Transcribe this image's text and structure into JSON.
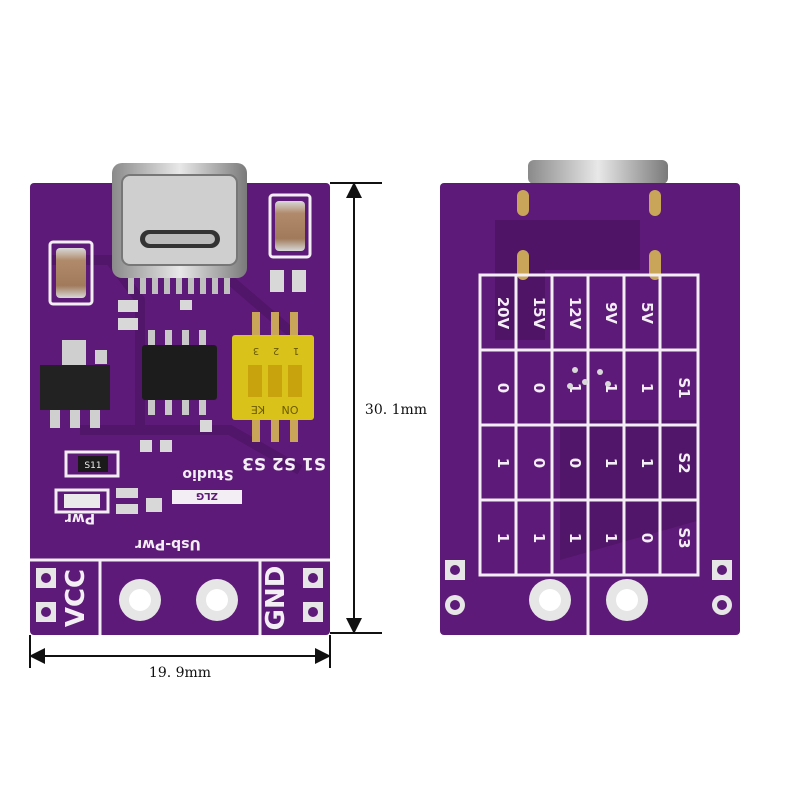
{
  "colors": {
    "pcb": "#5e1a78",
    "pcb_dark": "#3f0f52",
    "silk": "#f2eef4",
    "copper": "#c9a55a"
  },
  "front": {
    "label_vcc": "VCC",
    "label_gnd": "GND",
    "label_usb": "Usb-Pwr",
    "label_pwr": "Pwr",
    "label_switch": "S1 S2 S3",
    "label_studio": "Studio",
    "label_brand": "ZLG",
    "dip_on": "ON",
    "dip_ke": "KE",
    "dip_numbers": [
      "1",
      "2",
      "3"
    ],
    "resistor_code": "S11"
  },
  "back": {
    "voltages": [
      "20V",
      "15V",
      "12V",
      "9V",
      "5V"
    ],
    "switch_labels": [
      "S1",
      "S2",
      "S3"
    ],
    "table": [
      [
        "0",
        "0",
        "1",
        "1",
        "1"
      ],
      [
        "1",
        "0",
        "0",
        "1",
        "1"
      ],
      [
        "1",
        "1",
        "1",
        "1",
        "0"
      ]
    ]
  },
  "dimensions": {
    "height": "30. 1mm",
    "width": "19. 9mm"
  }
}
